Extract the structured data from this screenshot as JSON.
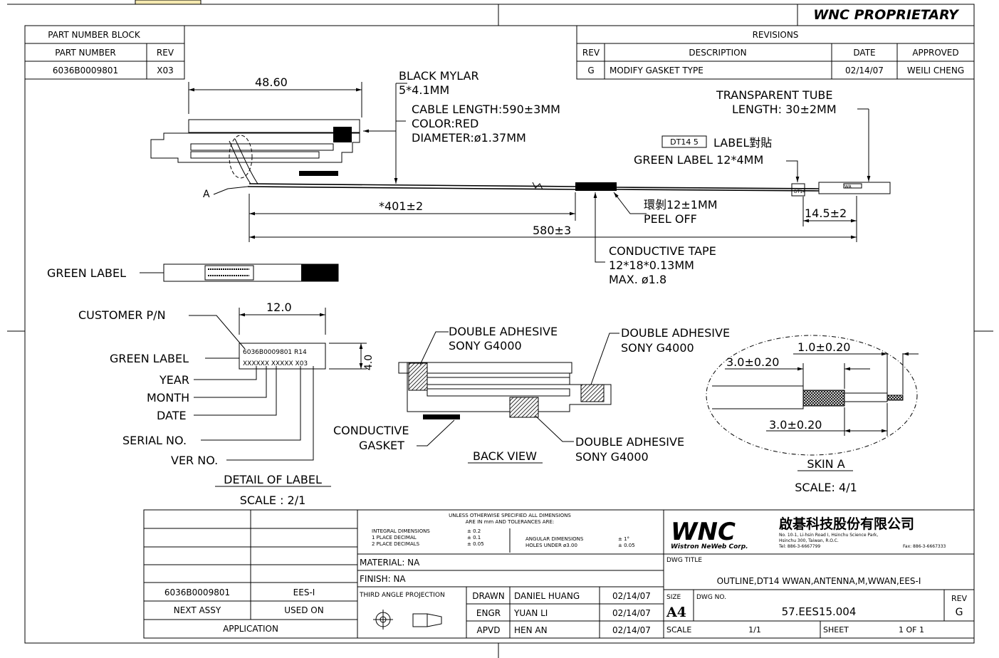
{
  "header": {
    "proprietary": "WNC PROPRIETARY"
  },
  "part_block": {
    "title": "PART NUMBER BLOCK",
    "col_part": "PART NUMBER",
    "col_rev": "REV",
    "part_number": "6036B0009801",
    "rev": "X03"
  },
  "revisions": {
    "title": "REVISIONS",
    "headers": [
      "REV",
      "DESCRIPTION",
      "DATE",
      "APPROVED"
    ],
    "row": [
      "G",
      "MODIFY GASKET TYPE",
      "02/14/07",
      "WEILI CHENG"
    ]
  },
  "notes": {
    "dim_48": "48.60",
    "black_mylar_1": "BLACK MYLAR",
    "black_mylar_2": "5*4.1MM",
    "cable_1": "CABLE LENGTH:590±3MM",
    "cable_2": "COLOR:RED",
    "cable_3": "DIAMETER:ø1.37MM",
    "tube_1": "TRANSPARENT TUBE",
    "tube_2": "LENGTH: 30±2MM",
    "label_box": "DT14  5",
    "label_stick": "LABEL對貼",
    "green_label_size": "GREEN LABEL 12*4MM",
    "marker_a": "A",
    "dim_401": "*401±2",
    "peel_1": "環剝12±1MM",
    "peel_2": "PEEL OFF",
    "dim_145": "14.5±2",
    "dim_580": "580±3",
    "tape_1": "CONDUCTIVE TAPE",
    "tape_2": "12*18*0.13MM",
    "tape_3": "MAX. ø1.8",
    "green_label": "GREEN LABEL",
    "customer_pn": "CUSTOMER P/N",
    "dim_12": "12.0",
    "dim_4": "4.0",
    "green_label_2": "GREEN LABEL",
    "label_line1": "6036B0009801 R14",
    "label_line2": "XXXXXX XXXXX X03",
    "year": "YEAR",
    "month": "MONTH",
    "date": "DATE",
    "serial": "SERIAL NO.",
    "ver": "VER NO.",
    "detail_title": "DETAIL OF LABEL",
    "detail_scale": "SCALE : 2/1",
    "dbl_adh_1a": "DOUBLE ADHESIVE",
    "dbl_adh_1b": "SONY G4000",
    "dbl_adh_2a": "DOUBLE ADHESIVE",
    "dbl_adh_2b": "SONY G4000",
    "dbl_adh_3a": "DOUBLE ADHESIVE",
    "dbl_adh_3b": "SONY G4000",
    "gasket_1": "CONDUCTIVE",
    "gasket_2": "GASKET",
    "back_view": "BACK VIEW",
    "skin_dim_1": "1.0±0.20",
    "skin_dim_2": "3.0±0.20",
    "skin_dim_3": "3.0±0.20",
    "skin_title": "SKIN A",
    "skin_scale": "SCALE: 4/1",
    "small_label_1": "DT14",
    "small_label_2": "WA"
  },
  "title_block": {
    "app_pn": "6036B0009801",
    "app_model": "EES-I",
    "next_assy": "NEXT ASSY",
    "used_on": "USED ON",
    "application": "APPLICATION",
    "tol_head1": "UNLESS OTHERWISE SPECIFIED ALL DIMENSIONS",
    "tol_head2": "ARE IN mm AND TOLERANCES ARE:",
    "tol_int": "INTEGRAL DIMENSIONS",
    "tol_int_v": "± 0.2",
    "tol_1p": "1 PLACE DECIMAL",
    "tol_1p_v": "± 0.1",
    "tol_2p": "2 PLACE DECIMALS",
    "tol_2p_v": "± 0.05",
    "tol_ang": "ANGULAR DIMENSIONS",
    "tol_ang_v": "± 1°",
    "tol_hole": "HOLES UNDER ø3.00",
    "tol_hole_v": "± 0.05",
    "material": "MATERIAL: NA",
    "finish": "FINISH: NA",
    "projection": "THIRD ANGLE PROJECTION",
    "drawn_lbl": "DRAWN",
    "drawn_name": "DANIEL HUANG",
    "drawn_date": "02/14/07",
    "engr_lbl": "ENGR",
    "engr_name": "YUAN LI",
    "engr_date": "02/14/07",
    "apvd_lbl": "APVD",
    "apvd_name": "HEN AN",
    "apvd_date": "02/14/07",
    "logo": "WNC",
    "company_cn": "啟碁科技股份有限公司",
    "company_en": "Wistron NeWeb Corp.",
    "addr1": "No. 10-1, Li-hsin Road I, Hsinchu Science Park,",
    "addr2": "Hsinchu 300, Taiwan, R.O.C.",
    "tel": "Tel: 886-3-6667799",
    "fax": "Fax: 886-3-6667333",
    "dwg_title_lbl": "DWG TITLE",
    "dwg_title": "OUTLINE,DT14 WWAN,ANTENNA,M,WWAN,EES-I",
    "size_lbl": "SIZE",
    "size": "A4",
    "dwg_no_lbl": "DWG NO.",
    "dwg_no": "57.EES15.004",
    "rev_lbl": "REV",
    "rev": "G",
    "scale_lbl": "SCALE",
    "scale": "1/1",
    "sheet_lbl": "SHEET",
    "sheet": "1 OF 1"
  }
}
